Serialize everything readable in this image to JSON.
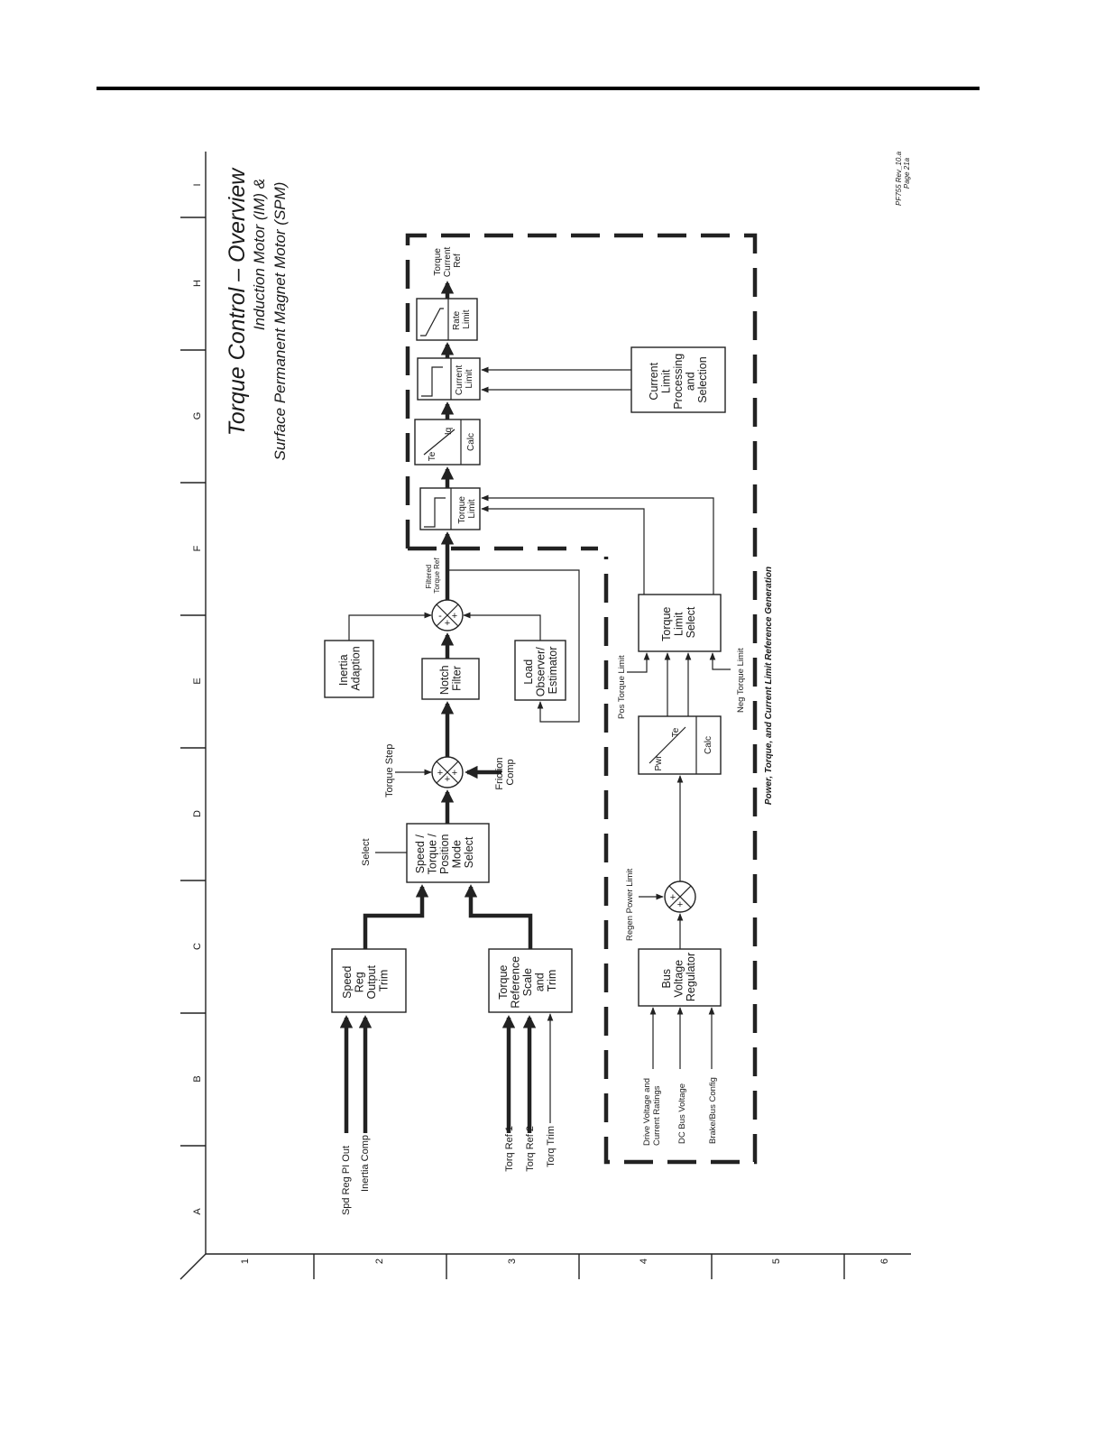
{
  "title": {
    "main": "Torque Control – Overview",
    "line2": "Induction Motor (IM) &",
    "line3": "Surface Permanent Magnet Motor (SPM)"
  },
  "doc_ref": [
    "PF755 Rev_10.a",
    "Page 21a"
  ],
  "grid_letters": [
    "A",
    "B",
    "C",
    "D",
    "E",
    "F",
    "G",
    "H",
    "I"
  ],
  "grid_numbers": [
    "1",
    "2",
    "3",
    "4",
    "5",
    "6"
  ],
  "blocks": {
    "speed_reg": [
      "Speed",
      "Reg",
      "Output",
      "Trim"
    ],
    "torque_ref": [
      "Torque",
      "Reference",
      "Scale",
      "and",
      "Trim"
    ],
    "mode_select": [
      "Speed /",
      "Torque /",
      "Position",
      "Mode",
      "Select"
    ],
    "inertia_adaption": [
      "Inertia",
      "Adaption"
    ],
    "notch_filter": [
      "Notch",
      "Filter"
    ],
    "load_observer": [
      "Load",
      "Observer/",
      "Estimator"
    ],
    "torque_limit": [
      "Torque",
      "Limit"
    ],
    "te_iq_calc": {
      "a": "Te",
      "b": "Iq",
      "c": "Calc"
    },
    "current_limit": [
      "Current",
      "Limit"
    ],
    "rate_limit": [
      "Rate",
      "Limit"
    ],
    "current_limit_proc": [
      "Current",
      "Limit",
      "Processing",
      "and",
      "Selection"
    ],
    "torque_limit_select": [
      "Torque",
      "Limit",
      "Select"
    ],
    "pwr_te_calc": {
      "a": "Pwr",
      "b": "Te",
      "c": "Calc"
    },
    "bus_voltage_reg": [
      "Bus",
      "Voltage",
      "Regulator"
    ]
  },
  "labels": {
    "spd_reg_pi_out": "Spd Reg PI Out",
    "inertia_comp": "Inertia Comp",
    "torq_ref_1": "Torq Ref 1",
    "torq_ref_2": "Torq Ref 2",
    "torq_trim": "Torq Trim",
    "select": "Select",
    "torque_step": "Torque Step",
    "friction_comp": [
      "Friction",
      "Comp"
    ],
    "filtered_torque_ref": [
      "Filtered",
      "Torque Ref"
    ],
    "torque_current_ref": [
      "Torque",
      "Current",
      "Ref"
    ],
    "pos_torque_limit": "Pos Torque Limit",
    "neg_torque_limit": "Neg Torque Limit",
    "regen_power_limit": "Regen Power Limit",
    "drive_voltage": [
      "Drive Voltage and",
      "Current Ratings"
    ],
    "dc_bus_voltage": "DC Bus Voltage",
    "brake_bus_config": "Brake/Bus Config",
    "region_caption": "Power, Torque, and Current Limit Reference Generation"
  },
  "summing_signs": {
    "sum1": [
      "+",
      "+",
      "+"
    ],
    "sum2": [
      "-",
      "+",
      "+"
    ],
    "sum3": [
      "+",
      "+"
    ]
  }
}
